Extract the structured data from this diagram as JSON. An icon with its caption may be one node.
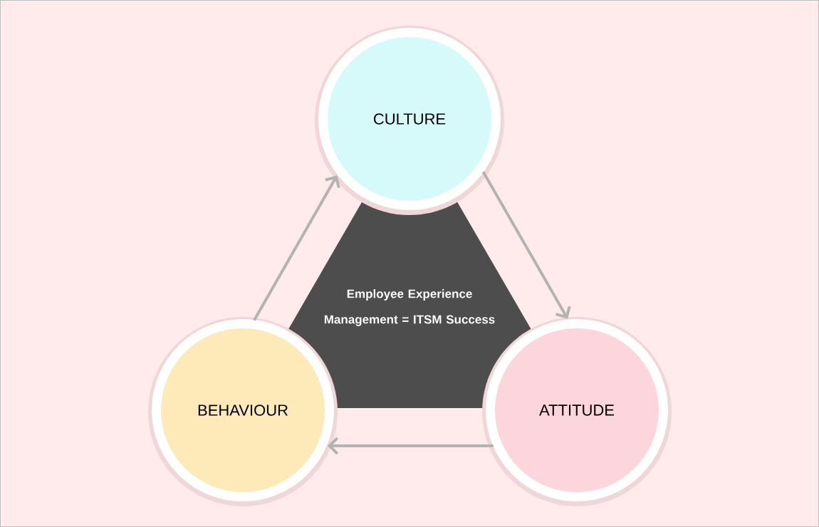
{
  "diagram": {
    "nodes": [
      {
        "text": [
          "Employee Experience Management = ITSM Success"
        ]
      },
      {
        "text": [
          "CULTURE"
        ]
      },
      {
        "text": [
          "ATTITUDE"
        ]
      },
      {
        "text": [
          "BEHAVIOUR"
        ]
      }
    ],
    "edges": [
      {
        "from": 1,
        "to": 2,
        "arrow": "to"
      },
      {
        "from": 2,
        "to": 3,
        "arrow": "to"
      },
      {
        "from": 3,
        "to": 1,
        "arrow": "to"
      }
    ]
  }
}
